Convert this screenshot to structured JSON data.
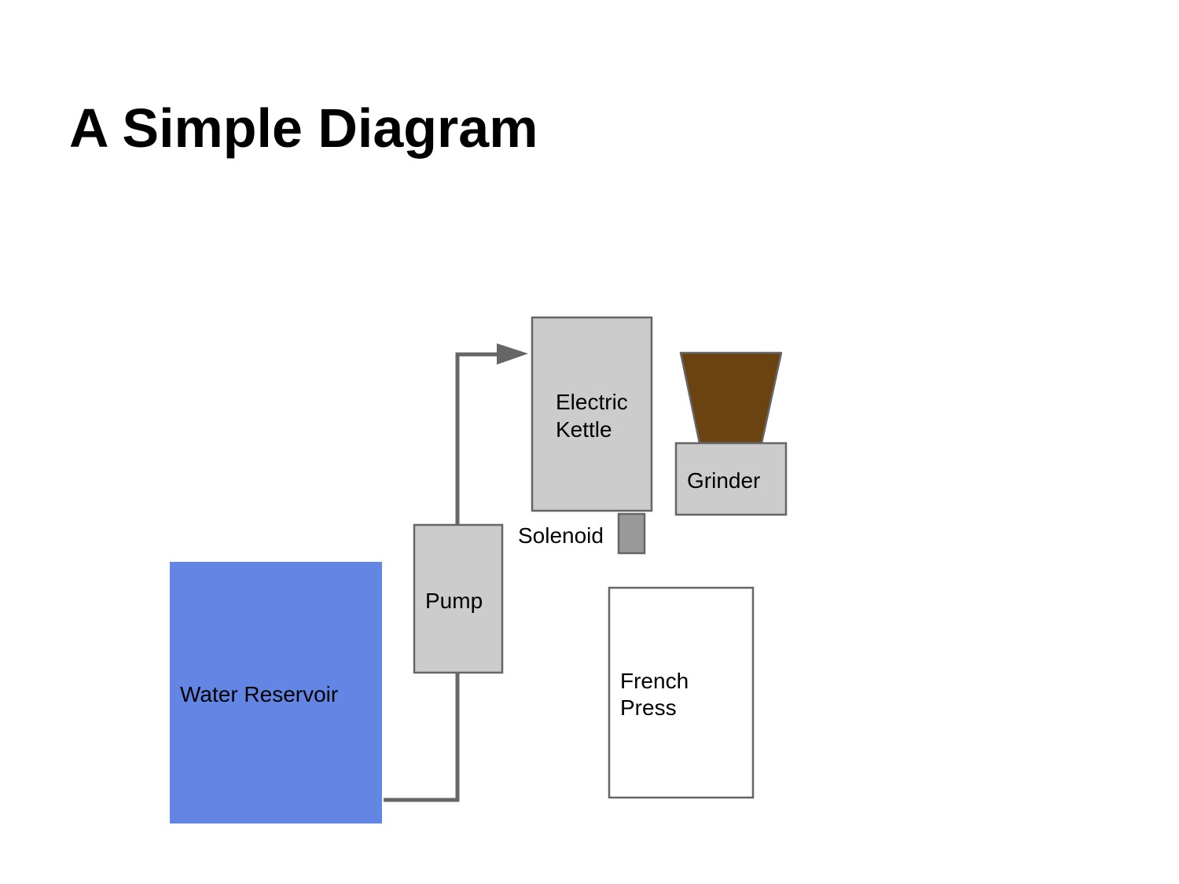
{
  "slide": {
    "title": "A Simple Diagram"
  },
  "diagram": {
    "components": {
      "water_reservoir": {
        "label": "Water Reservoir",
        "fill": "#6385e4"
      },
      "pump": {
        "label": "Pump",
        "fill": "#cccccc"
      },
      "electric_kettle": {
        "label_line1": "Electric",
        "label_line2": "Kettle",
        "fill": "#cccccc"
      },
      "solenoid": {
        "label": "Solenoid",
        "fill": "#999999"
      },
      "grinder": {
        "label": "Grinder",
        "fill": "#cccccc"
      },
      "grinder_hopper": {
        "fill": "#6b4311"
      },
      "french_press": {
        "label_line1": "French",
        "label_line2": "Press",
        "fill": "#ffffff"
      }
    },
    "colors": {
      "outline": "#666666",
      "pipe": "#666666"
    }
  }
}
